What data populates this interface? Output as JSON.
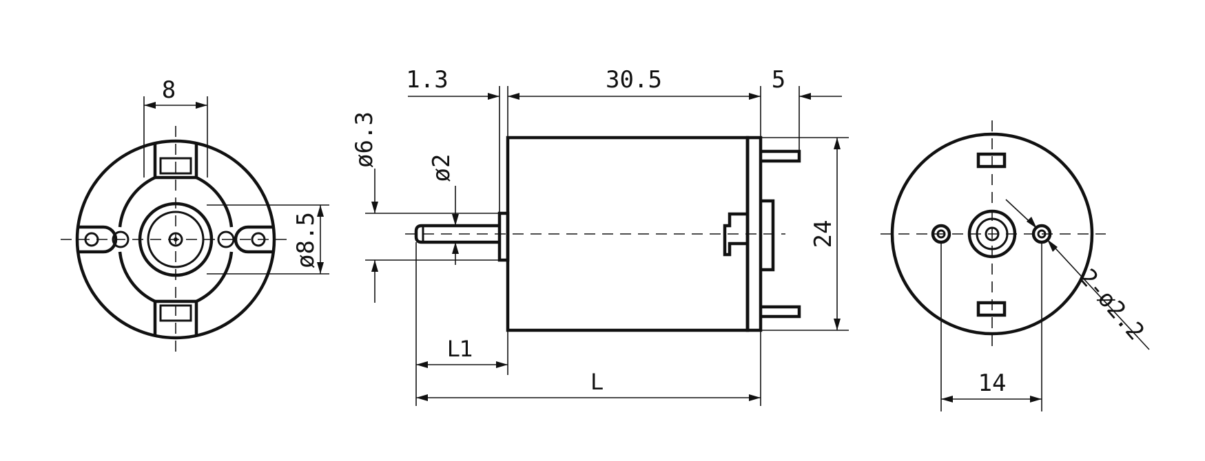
{
  "dimensions": {
    "front_width": "8",
    "front_dia": "ø8.5",
    "shaft_offset": "1.3",
    "body_length": "30.5",
    "terminal_length": "5",
    "boss_dia": "ø6.3",
    "shaft_dia": "ø2",
    "body_dia": "24",
    "L1": "L1",
    "L": "L",
    "hole_spacing": "14",
    "holes": "2-ø2.2"
  }
}
